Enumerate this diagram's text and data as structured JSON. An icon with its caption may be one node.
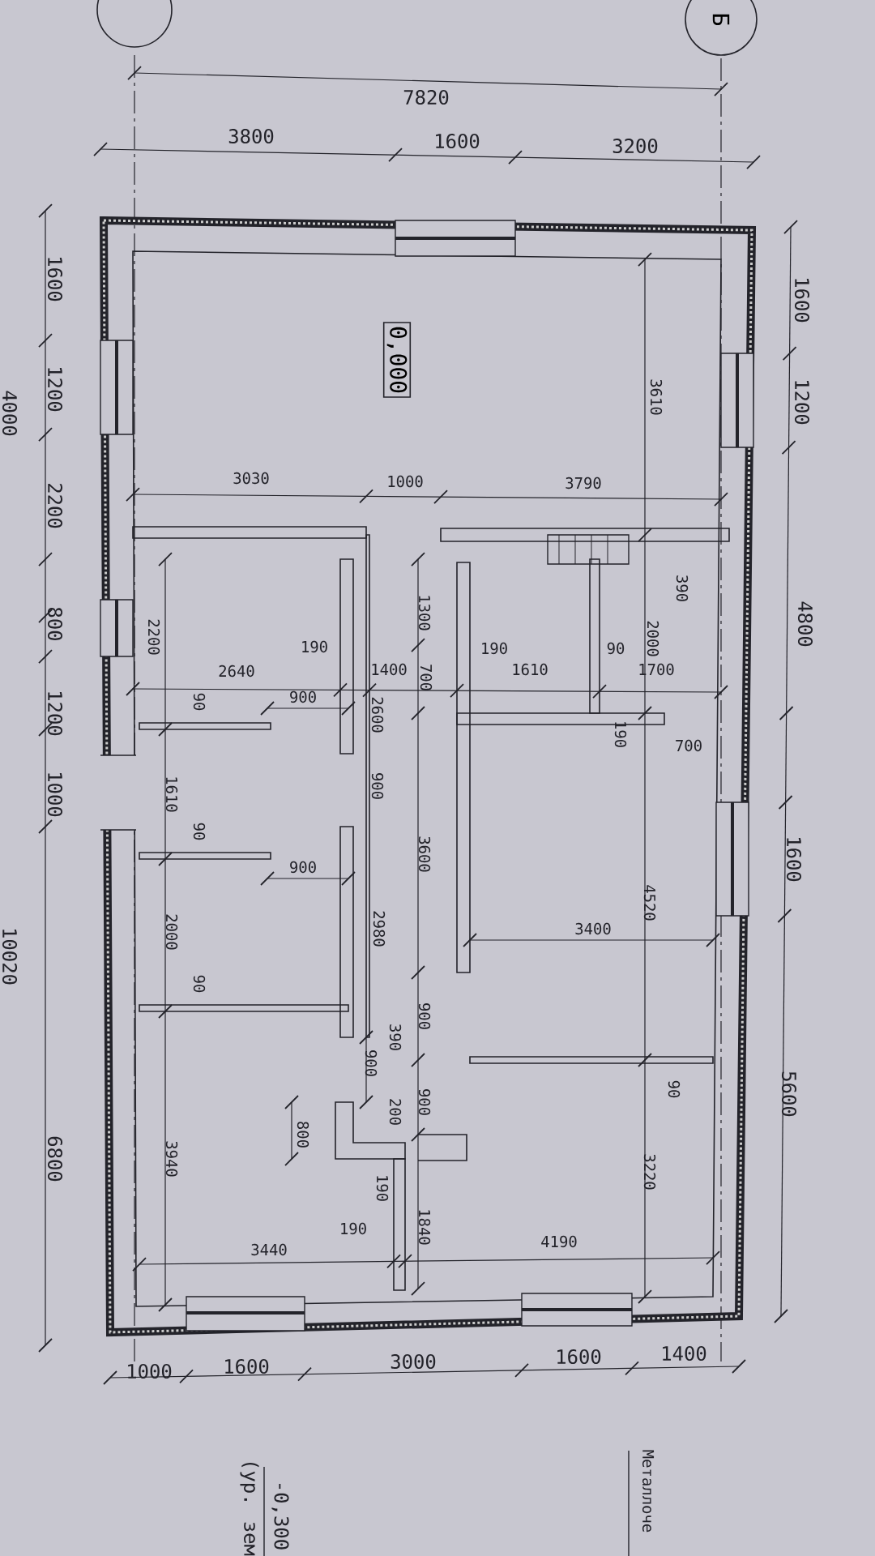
{
  "diagram": {
    "nodes": [
      {
        "text": [],
        "shape": "circle"
      },
      {
        "text": [
          "Б"
        ]
      },
      {
        "text": [
          "0,000"
        ]
      }
    ],
    "labels": [
      "7820",
      "3800",
      "1600",
      "3200",
      "1600",
      "1200",
      "2200",
      "800",
      "1200",
      "1000",
      "6800",
      "4000",
      "10020",
      "1600",
      "1200",
      "4800",
      "1600",
      "5600",
      "3610",
      "3030",
      "1000",
      "3790",
      "390",
      "1300",
      "2200",
      "2000",
      "190",
      "190",
      "90",
      "2640",
      "1400",
      "700",
      "1610",
      "1700",
      "90",
      "900",
      "2600",
      "190",
      "700",
      "900",
      "1610",
      "90",
      "3600",
      "900",
      "4520",
      "3400",
      "2000",
      "2980",
      "90",
      "900",
      "390",
      "900",
      "90",
      "200",
      "900",
      "800",
      "3940",
      "3220",
      "190",
      "1840",
      "190",
      "3440",
      "4190",
      "1000",
      "1600",
      "3000",
      "1600",
      "1400",
      "-0,300",
      "(ур. зем",
      "Металлоче"
    ]
  }
}
